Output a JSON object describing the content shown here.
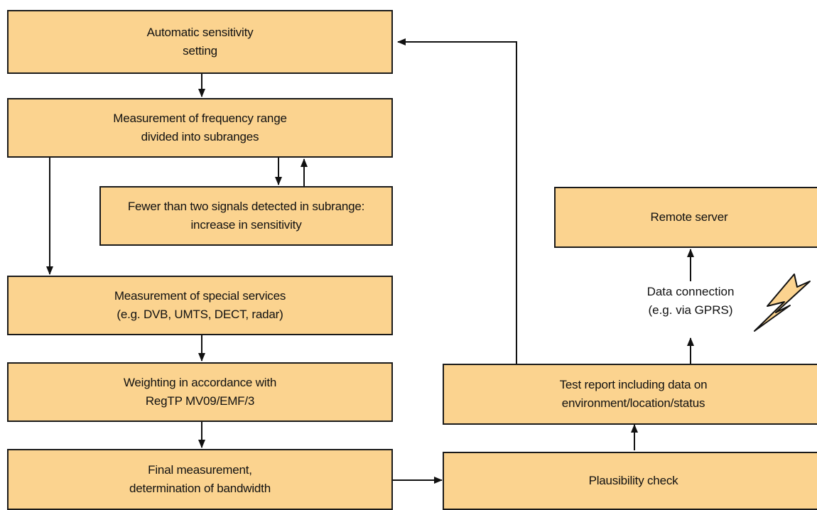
{
  "colors": {
    "box_fill": "#fbd38f",
    "box_border": "#1a1a1a",
    "connector": "#111111",
    "lightning_fill": "#fbd38f"
  },
  "nodes": {
    "auto_sensitivity": {
      "line1": "Automatic sensitivity",
      "line2": "setting"
    },
    "measure_freq_range": {
      "line1": "Measurement of frequency range",
      "line2": "divided into subranges"
    },
    "fewer_signals": {
      "line1": "Fewer than two signals detected in subrange:",
      "line2": "increase in sensitivity"
    },
    "special_services": {
      "line1": "Measurement of special services",
      "line2": "(e.g. DVB, UMTS, DECT, radar)"
    },
    "weighting": {
      "line1": "Weighting in accordance with",
      "line2": "RegTP MV09/EMF/3"
    },
    "final_measurement": {
      "line1": "Final measurement,",
      "line2": "determination of bandwidth"
    },
    "plausibility": {
      "line1": "Plausibility check"
    },
    "test_report": {
      "line1": "Test report including data on",
      "line2": "environment/location/status"
    },
    "remote_server": {
      "line1": "Remote server"
    }
  },
  "labels": {
    "data_connection": {
      "line1": "Data connection",
      "line2": "(e.g. via GPRS)"
    }
  },
  "icons": {
    "wireless": "lightning-bolt-icon"
  }
}
